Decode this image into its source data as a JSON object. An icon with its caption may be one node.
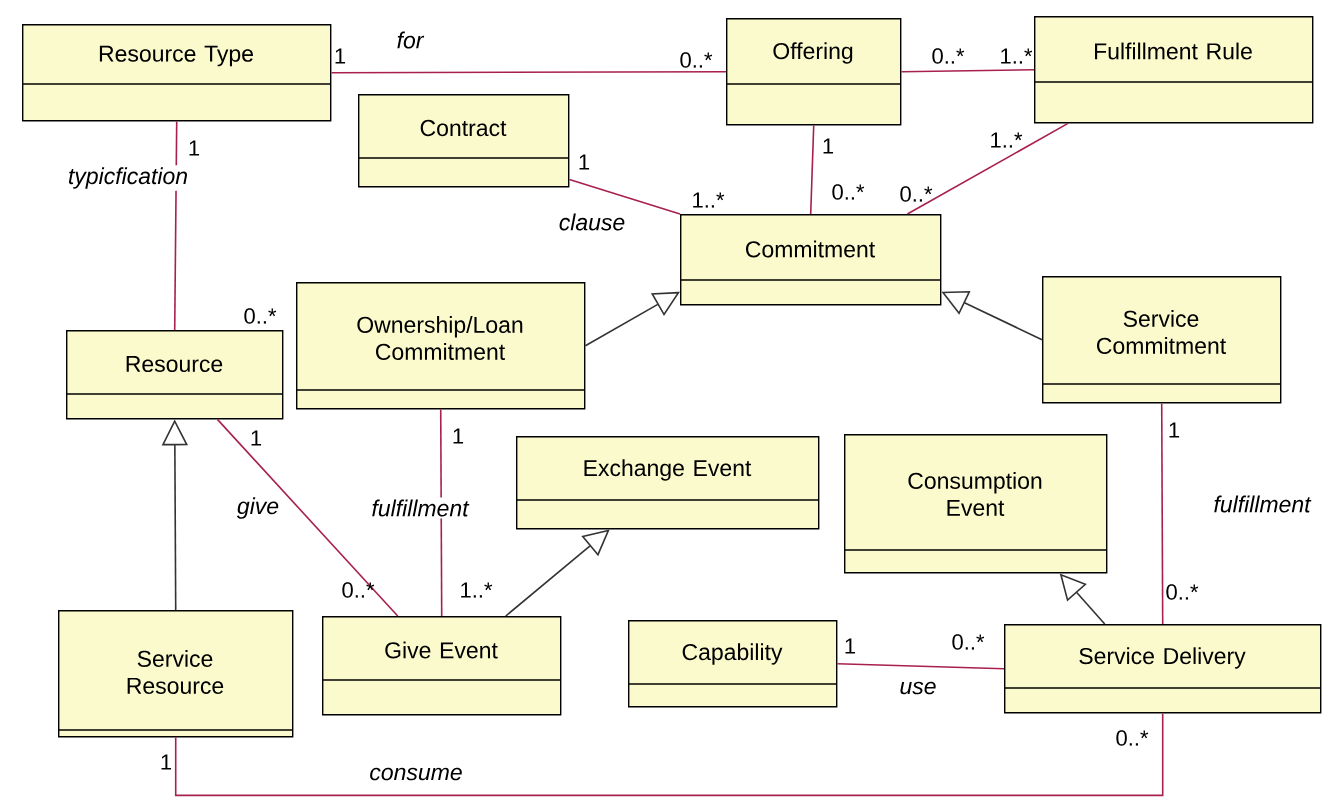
{
  "diagram": {
    "nodes": [
      {
        "text": [
          "Resource Type"
        ]
      },
      {
        "text": [
          "Offering"
        ]
      },
      {
        "text": [
          "Fulfillment Rule"
        ]
      },
      {
        "text": [
          "Contract"
        ]
      },
      {
        "text": [
          "Commitment"
        ]
      },
      {
        "text": [
          "Ownership/Loan Commitment"
        ]
      },
      {
        "text": [
          "Service Commitment"
        ]
      },
      {
        "text": [
          "Resource"
        ]
      },
      {
        "text": [
          "Exchange Event"
        ]
      },
      {
        "text": [
          "Consumption Event"
        ]
      },
      {
        "text": [
          "Service Resource"
        ]
      },
      {
        "text": [
          "Give Event"
        ]
      },
      {
        "text": [
          "Capability"
        ]
      },
      {
        "text": [
          "Service Delivery"
        ]
      }
    ],
    "edges": [
      {
        "from": 0,
        "to": 1,
        "arrow": "none",
        "label": "for"
      },
      {
        "from": 1,
        "to": 2,
        "arrow": "none"
      },
      {
        "from": 2,
        "to": 4,
        "arrow": "none"
      },
      {
        "from": 3,
        "to": 4,
        "arrow": "none",
        "label": "clause"
      },
      {
        "from": 1,
        "to": 4,
        "arrow": "none"
      },
      {
        "from": 5,
        "to": 4,
        "arrow": "to",
        "color": "#333333"
      },
      {
        "from": 6,
        "to": 4,
        "arrow": "to",
        "color": "#333333"
      },
      {
        "from": 0,
        "to": 7,
        "arrow": "none",
        "label": "typicfication"
      },
      {
        "from": 7,
        "to": 11,
        "arrow": "none",
        "label": "give"
      },
      {
        "from": 5,
        "to": 11,
        "arrow": "none",
        "label": "fulfillment"
      },
      {
        "from": 11,
        "to": 8,
        "arrow": "to",
        "color": "#333333"
      },
      {
        "from": 10,
        "to": 7,
        "arrow": "to",
        "color": "#333333"
      },
      {
        "from": 6,
        "to": 13,
        "arrow": "none",
        "label": "fulfillment"
      },
      {
        "from": 13,
        "to": 9,
        "arrow": "to",
        "color": "#333333"
      },
      {
        "from": 12,
        "to": 13,
        "arrow": "none",
        "label": "use"
      },
      {
        "from": 10,
        "to": 13,
        "arrow": "none",
        "label": "consume"
      }
    ],
    "labels": [
      "1",
      "0..*",
      "0..*",
      "1..*",
      "1",
      "1",
      "1..*",
      "1",
      "0..*",
      "0..*",
      "1..*",
      "0..*",
      "1",
      "1",
      "1",
      "0..*",
      "1..*",
      "1",
      "0..*",
      "0..*",
      "0..*",
      "1"
    ]
  }
}
